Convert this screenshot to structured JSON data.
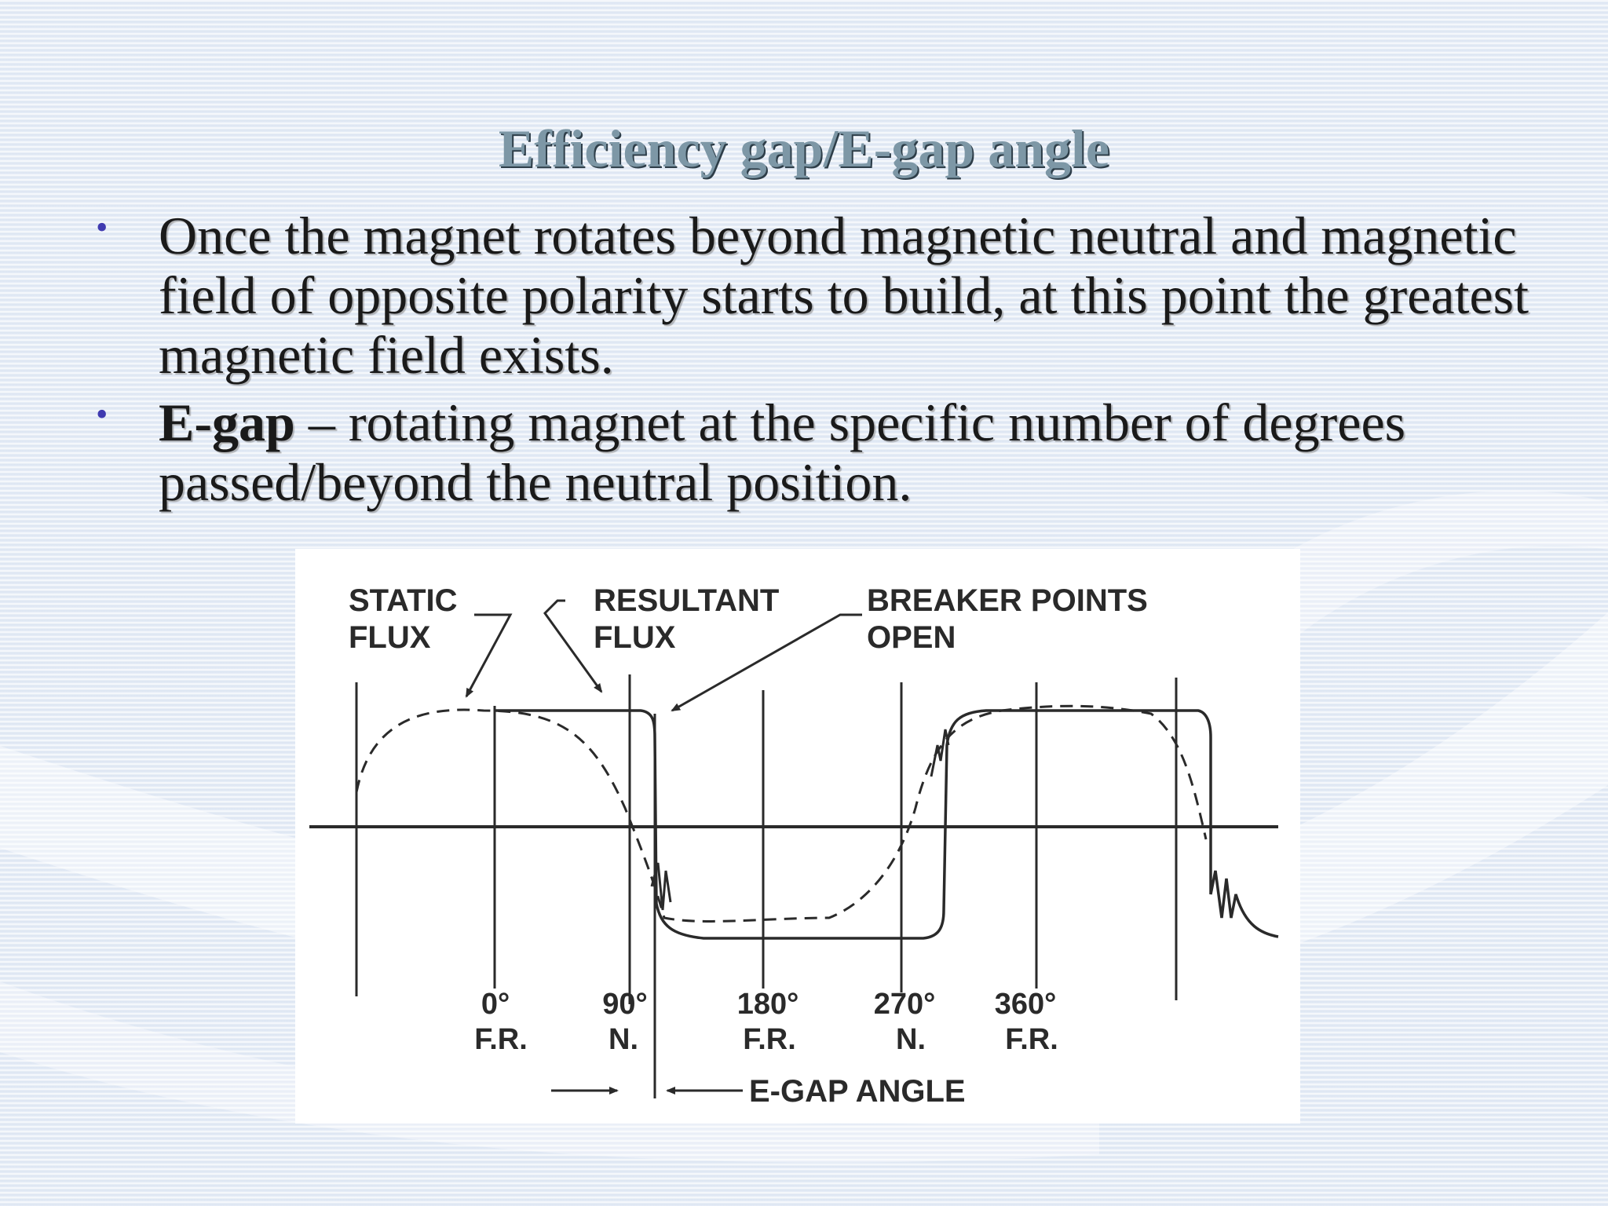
{
  "slide": {
    "title": "Efficiency gap/E-gap angle",
    "bullets": [
      {
        "term": "",
        "separator": "",
        "text": "Once the magnet rotates beyond magnetic neutral and magnetic field of opposite polarity starts to build, at this point the greatest magnetic field exists."
      },
      {
        "term": "E-gap",
        "separator": " – ",
        "text": "rotating magnet at the specific number of degrees passed/beyond the neutral position."
      }
    ],
    "colors": {
      "title": "#7d97a6",
      "bullet": "#3f3ab0",
      "body_text": "#1a1a1a"
    }
  },
  "diagram": {
    "labels": {
      "static_flux_line1": "STATIC",
      "static_flux_line2": "FLUX",
      "resultant_flux_line1": "RESULTANT",
      "resultant_flux_line2": "FLUX",
      "breaker_points_line1": "BREAKER POINTS",
      "breaker_points_line2": "OPEN",
      "egap_angle": "E-GAP ANGLE"
    },
    "positions": [
      {
        "angle": "0°",
        "code": "F.R."
      },
      {
        "angle": "90°",
        "code": "N."
      },
      {
        "angle": "180°",
        "code": "F.R."
      },
      {
        "angle": "270°",
        "code": "N."
      },
      {
        "angle": "360°",
        "code": "F.R."
      }
    ]
  }
}
